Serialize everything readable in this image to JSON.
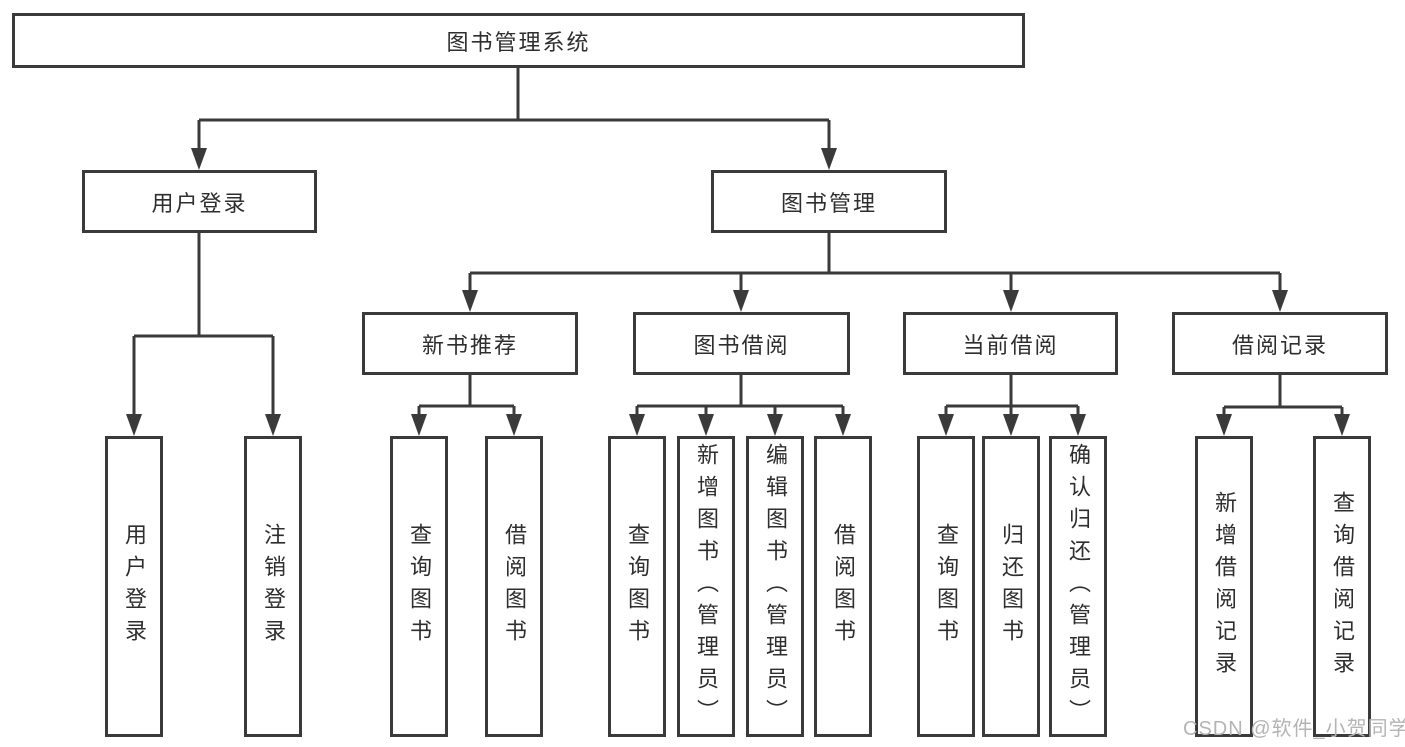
{
  "colors": {
    "line": "#3a3a3a",
    "text": "#2e2e2e",
    "background": "#ffffff",
    "watermark_text": "#b4b4b4"
  },
  "watermark": "CSDN @软件_小贺同学",
  "tree": {
    "root": {
      "label": "图书管理系统",
      "children": [
        {
          "label": "用户登录",
          "children": [
            {
              "label": "用户登录"
            },
            {
              "label": "注销登录"
            }
          ]
        },
        {
          "label": "图书管理",
          "children": [
            {
              "label": "新书推荐",
              "children": [
                {
                  "label": "查询图书"
                },
                {
                  "label": "借阅图书"
                }
              ]
            },
            {
              "label": "图书借阅",
              "children": [
                {
                  "label": "查询图书"
                },
                {
                  "label": "新增图书（管理员）"
                },
                {
                  "label": "编辑图书（管理员）"
                },
                {
                  "label": "借阅图书"
                }
              ]
            },
            {
              "label": "当前借阅",
              "children": [
                {
                  "label": "查询图书"
                },
                {
                  "label": "归还图书"
                },
                {
                  "label": "确认归还（管理员）"
                }
              ]
            },
            {
              "label": "借阅记录",
              "children": [
                {
                  "label": "新增借阅记录"
                },
                {
                  "label": "查询借阅记录"
                }
              ]
            }
          ]
        }
      ]
    }
  }
}
